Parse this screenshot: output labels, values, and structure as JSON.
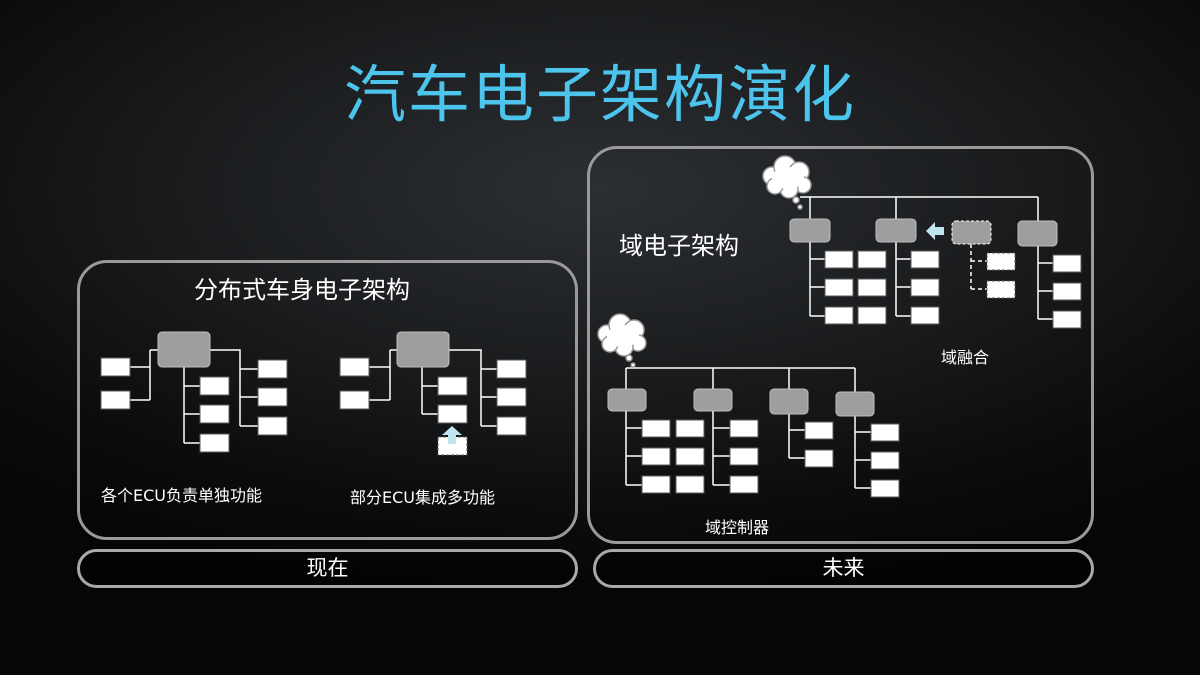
{
  "title": "汽车电子架构演化",
  "left_panel": {
    "heading": "分布式车身电子架构",
    "caption_a": "各个ECU负责单独功能",
    "caption_b": "部分ECU集成多功能",
    "footer": "现在"
  },
  "right_panel": {
    "heading": "域电子架构",
    "caption_fusion": "域融合",
    "caption_controller": "域控制器",
    "footer": "未来"
  },
  "colors": {
    "title": "#4cc4ec",
    "arrow": "#bfe6ee",
    "ecu_gray": "#9e9e9e",
    "border": "#9a9a9a"
  }
}
